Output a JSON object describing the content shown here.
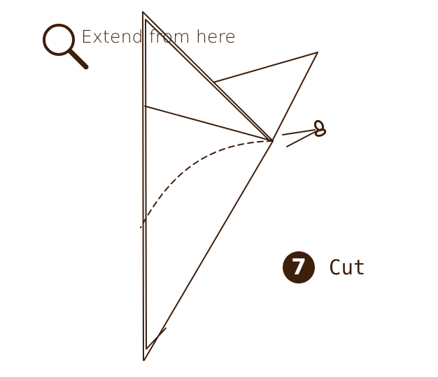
{
  "hint": {
    "text": "Extend from here",
    "icon": "magnifier-icon"
  },
  "step": {
    "number": "7",
    "label": "Cut"
  },
  "cut_tool": {
    "icon": "scissors-icon"
  },
  "colors": {
    "ink": "#3d1f0c",
    "background": "#ffffff"
  }
}
